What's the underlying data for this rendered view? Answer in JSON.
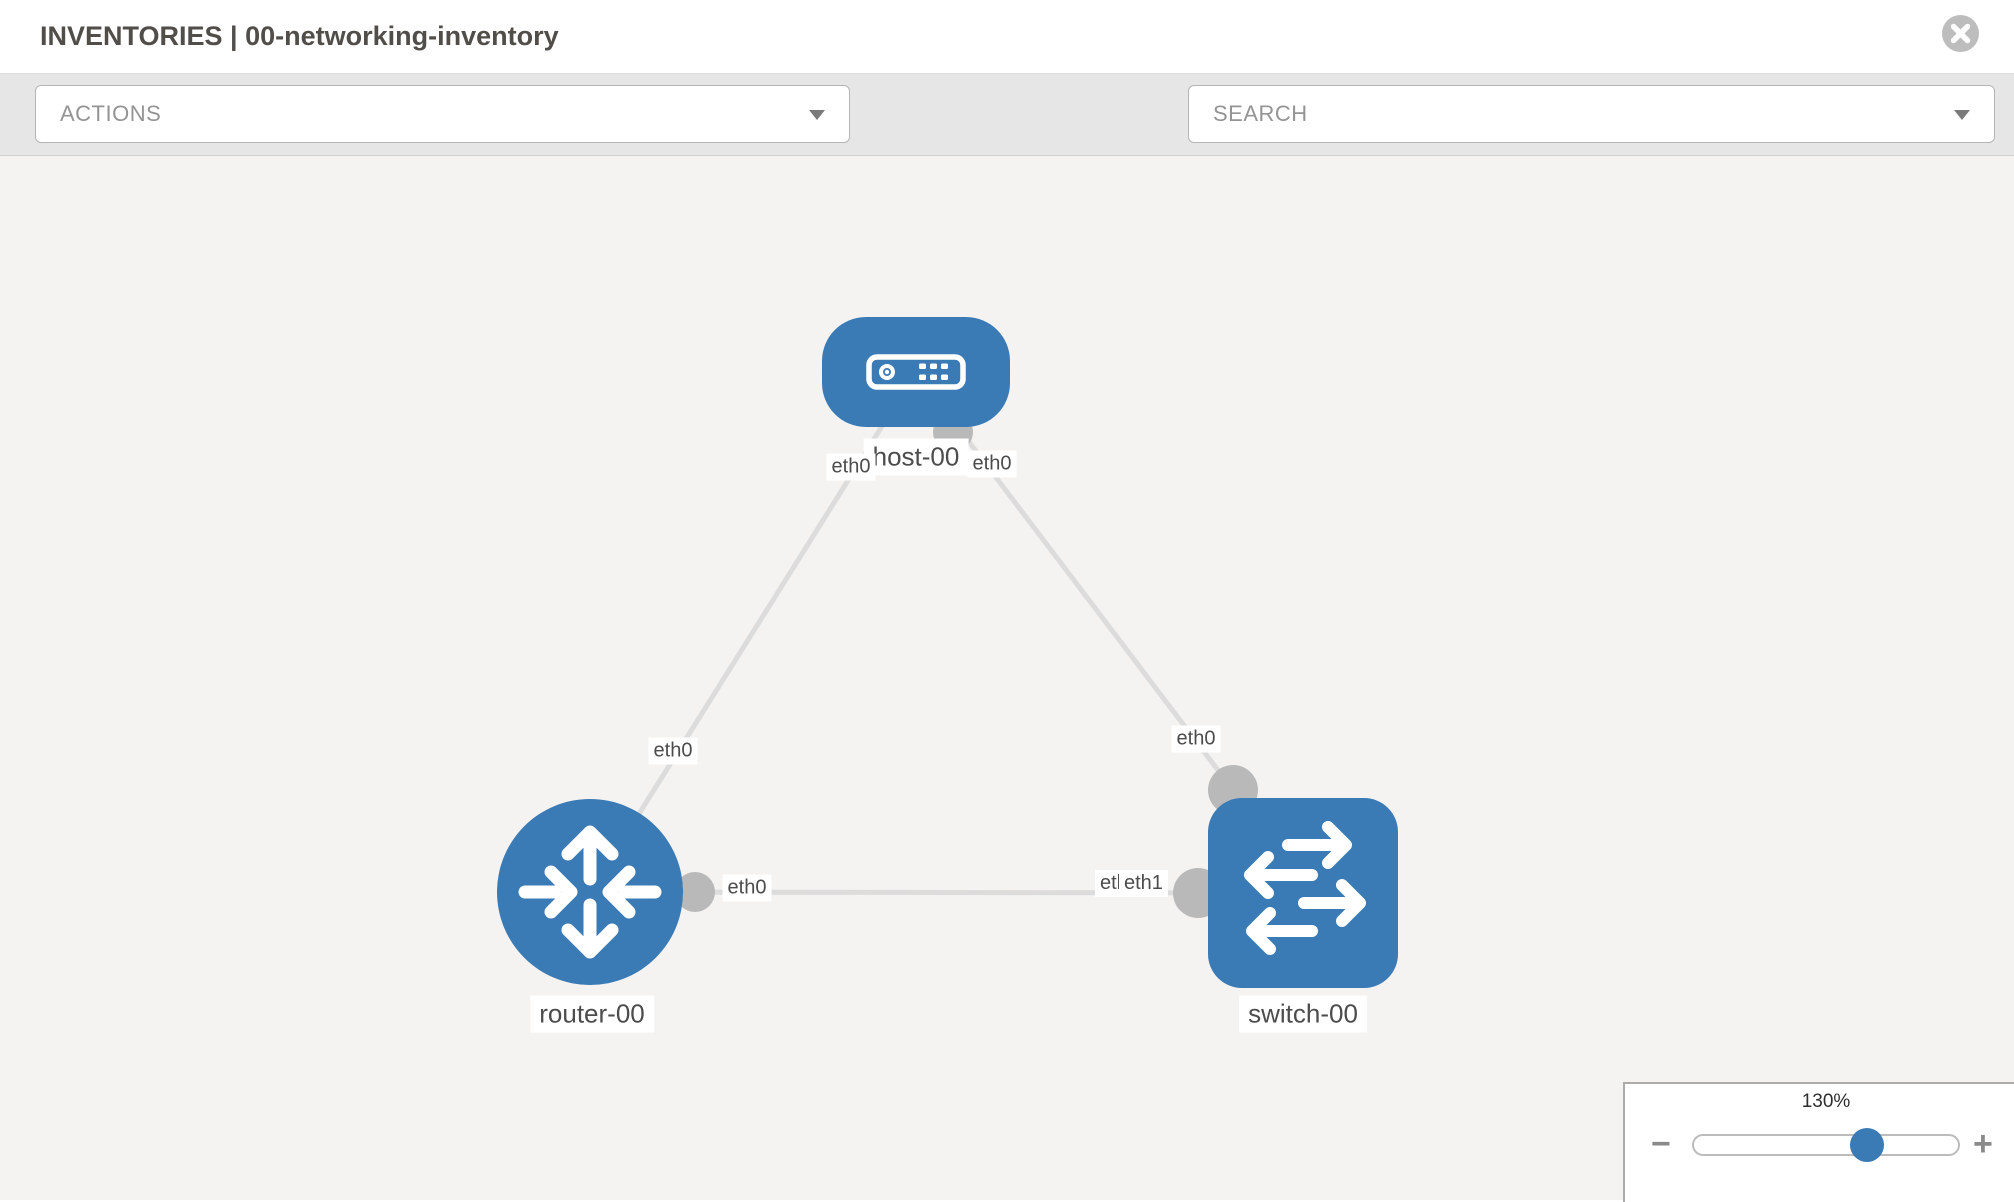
{
  "header": {
    "title": "INVENTORIES | 00-networking-inventory",
    "close_icon": "circle-x"
  },
  "toolbar": {
    "actions_label": "ACTIONS",
    "search_placeholder": "SEARCH",
    "icons": [
      "wrench-icon",
      "key-icon",
      "caret-down-icon"
    ]
  },
  "topology": {
    "nodes": [
      {
        "name": "host-00",
        "type": "host",
        "icon": "server-icon"
      },
      {
        "name": "router-00",
        "type": "router",
        "icon": "router-arrows-icon"
      },
      {
        "name": "switch-00",
        "type": "switch",
        "icon": "switch-arrows-icon"
      }
    ],
    "links": [
      {
        "from": "host-00",
        "to": "router-00",
        "from_interface": "eth0",
        "to_interface": "eth0"
      },
      {
        "from": "host-00",
        "to": "switch-00",
        "from_interface": "eth0",
        "to_interface": "eth0"
      },
      {
        "from": "router-00",
        "to": "switch-00",
        "from_interface": "eth0",
        "to_interface": "eth1",
        "to_interface_overlapped": "eth0"
      }
    ]
  },
  "zoom_control": {
    "value": "130%",
    "zoom_out_label": "−",
    "zoom_in_label": "+"
  },
  "colors": {
    "node_blue": "#3a7ab5",
    "link_gray": "#dcdcdc",
    "port_gray": "#b9b9b9",
    "canvas_bg": "#f4f3f2",
    "toolbar_bg": "#e7e6e6",
    "slider_thumb_blue": "#3a7ab5",
    "close_circle_gray": "#bdbdbd"
  }
}
